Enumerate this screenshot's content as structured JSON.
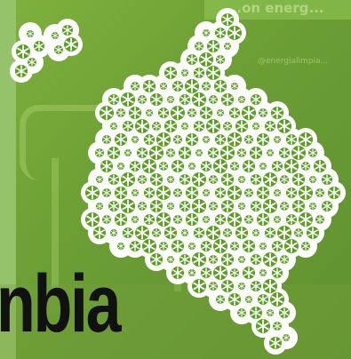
{
  "background": {
    "sign_text": "...on energ...",
    "sign_subtext": "@energialimpia..."
  },
  "title": {
    "text": "nbia"
  },
  "colors": {
    "background": "#6b9e34",
    "map_fill": "#ffffff",
    "icon_green": "#5a9e22",
    "title": "#111111"
  },
  "icons": {
    "map_pattern_icon": "solar-panel-wheel-icon"
  }
}
